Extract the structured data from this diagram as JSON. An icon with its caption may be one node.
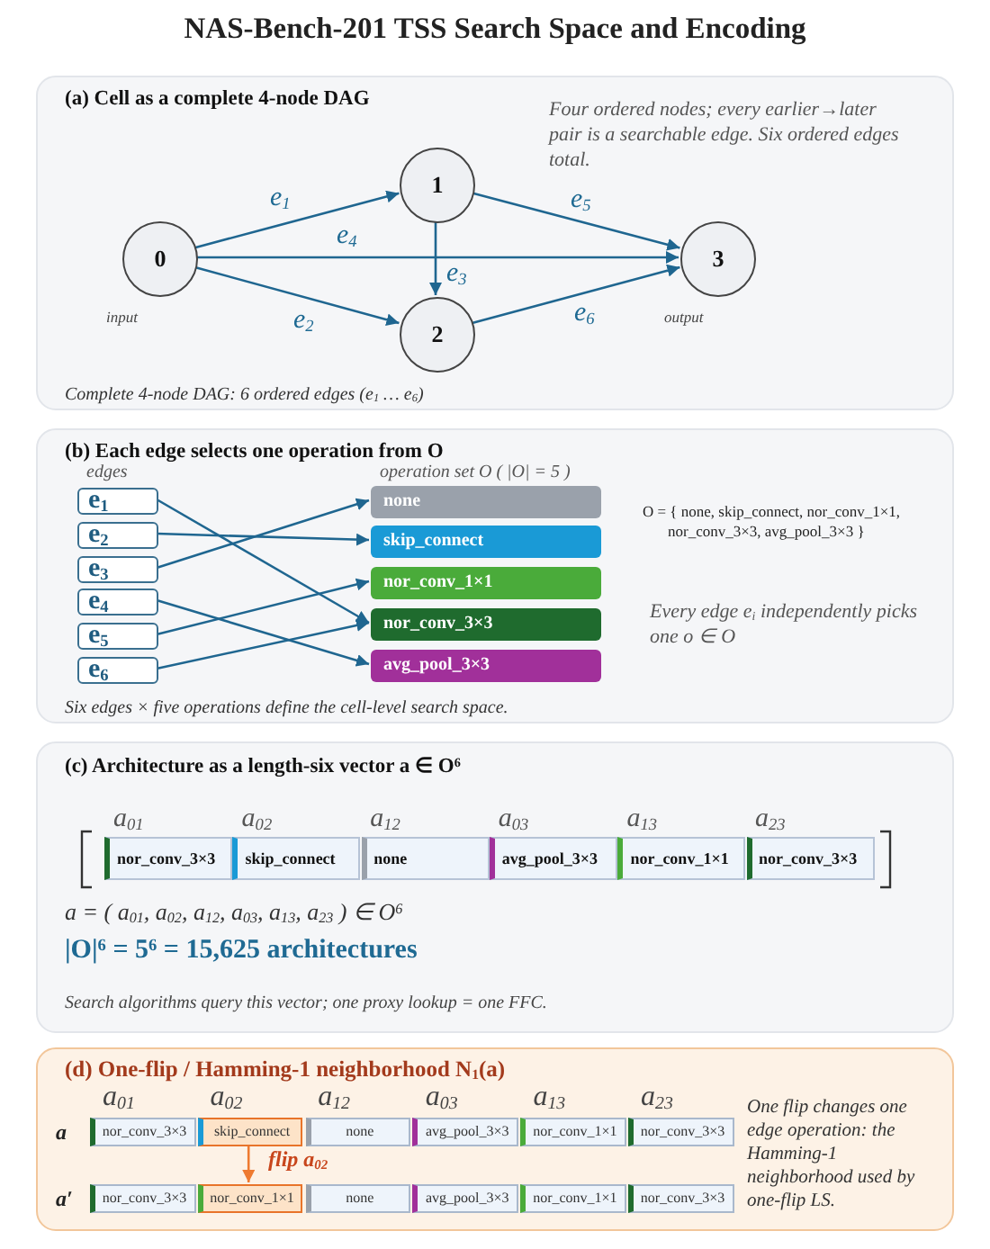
{
  "diagram": {
    "title": "NAS-Bench-201 TSS Search Space and Encoding",
    "nodes": [
      {
        "text": [
          "(a) Cell as a complete 4-node DAG",
          "Four ordered nodes; every earlier→later pair is a searchable edge. Six ordered edges total.",
          "Complete 4-node DAG: 6 ordered edges (e$_{1}$ … e$_{6}$)"
        ]
      },
      {
        "text": [
          "0"
        ],
        "in": 0,
        "beside": [
          "input"
        ]
      },
      {
        "text": [
          "1"
        ],
        "in": 0
      },
      {
        "text": [
          "2"
        ],
        "in": 0
      },
      {
        "text": [
          "3"
        ],
        "in": 0,
        "beside": [
          "output"
        ]
      },
      {
        "text": [
          "(b) Each edge selects one operation from O",
          "edges",
          "operation set O ( |O| = 5 )",
          "O = { none, skip_connect, nor_conv_1×1, nor_conv_3×3, avg_pool_3×3 }",
          "Every edge e$_{i}$ independently picks one o ∈ O",
          "Six edges × five operations define the cell-level search space."
        ]
      },
      {
        "text": [
          "e$_{1}$"
        ],
        "in": 5
      },
      {
        "text": [
          "e$_{2}$"
        ],
        "in": 5
      },
      {
        "text": [
          "e$_{3}$"
        ],
        "in": 5
      },
      {
        "text": [
          "e$_{4}$"
        ],
        "in": 5
      },
      {
        "text": [
          "e$_{5}$"
        ],
        "in": 5
      },
      {
        "text": [
          "e$_{6}$"
        ],
        "in": 5
      },
      {
        "text": [
          "none"
        ],
        "in": 5
      },
      {
        "text": [
          "skip_connect"
        ],
        "in": 5
      },
      {
        "text": [
          "nor_conv_1×1"
        ],
        "in": 5
      },
      {
        "text": [
          "nor_conv_3×3"
        ],
        "in": 5
      },
      {
        "text": [
          "avg_pool_3×3"
        ],
        "in": 5
      },
      {
        "text": [
          "(c) Architecture as a length-six vector a ∈ O$^{6}$",
          "a = ( a$_{01}$, a$_{02}$, a$_{12}$, a$_{03}$, a$_{13}$, a$_{23}$ ) ∈ O$^{6}$",
          "|O|$^{6}$ = 5$^{6}$ = 15,625 architectures",
          "Search algorithms query this vector; one proxy lookup = one FFC."
        ]
      },
      {
        "text": [
          "nor_conv_3×3"
        ],
        "in": 17,
        "beside": [
          "a$_{01}$"
        ]
      },
      {
        "text": [
          "skip_connect"
        ],
        "in": 17,
        "beside": [
          "a$_{02}$"
        ]
      },
      {
        "text": [
          "none"
        ],
        "in": 17,
        "beside": [
          "a$_{12}$"
        ]
      },
      {
        "text": [
          "avg_pool_3×3"
        ],
        "in": 17,
        "beside": [
          "a$_{03}$"
        ]
      },
      {
        "text": [
          "nor_conv_1×1"
        ],
        "in": 17,
        "beside": [
          "a$_{13}$"
        ]
      },
      {
        "text": [
          "nor_conv_3×3"
        ],
        "in": 17,
        "beside": [
          "a$_{23}$"
        ]
      },
      {
        "text": [
          "(d) One-flip / Hamming-1 neighborhood N$_{1}$(a)",
          "a",
          "a′",
          "One flip changes one edge operation: the Hamming-1 neighborhood used by one-flip LS."
        ]
      },
      {
        "text": [
          "nor_conv_3×3"
        ],
        "in": 24,
        "beside": [
          "a$_{01}$"
        ]
      },
      {
        "text": [
          "skip_connect"
        ],
        "in": 24,
        "beside": [
          "a$_{02}$"
        ]
      },
      {
        "text": [
          "none"
        ],
        "in": 24,
        "beside": [
          "a$_{12}$"
        ]
      },
      {
        "text": [
          "avg_pool_3×3"
        ],
        "in": 24,
        "beside": [
          "a$_{03}$"
        ]
      },
      {
        "text": [
          "nor_conv_1×1"
        ],
        "in": 24,
        "beside": [
          "a$_{13}$"
        ]
      },
      {
        "text": [
          "nor_conv_3×3"
        ],
        "in": 24,
        "beside": [
          "a$_{23}$"
        ]
      },
      {
        "text": [
          "nor_conv_3×3"
        ],
        "in": 24
      },
      {
        "text": [
          "nor_conv_1×1"
        ],
        "in": 24
      },
      {
        "text": [
          "none"
        ],
        "in": 24
      },
      {
        "text": [
          "avg_pool_3×3"
        ],
        "in": 24
      },
      {
        "text": [
          "nor_conv_1×1"
        ],
        "in": 24
      },
      {
        "text": [
          "nor_conv_3×3"
        ],
        "in": 24
      }
    ],
    "edges": [
      {
        "from": 1,
        "to": 2,
        "arrow": "to",
        "label": "e$_{1}$"
      },
      {
        "from": 1,
        "to": 3,
        "arrow": "to",
        "label": "e$_{2}$"
      },
      {
        "from": 2,
        "to": 3,
        "arrow": "to",
        "label": "e$_{3}$"
      },
      {
        "from": 1,
        "to": 4,
        "arrow": "to",
        "label": "e$_{4}$"
      },
      {
        "from": 2,
        "to": 4,
        "arrow": "to",
        "label": "e$_{5}$"
      },
      {
        "from": 3,
        "to": 4,
        "arrow": "to",
        "label": "e$_{6}$"
      },
      {
        "from": 6,
        "to": 15,
        "arrow": "to"
      },
      {
        "from": 7,
        "to": 13,
        "arrow": "to"
      },
      {
        "from": 8,
        "to": 12,
        "arrow": "to"
      },
      {
        "from": 9,
        "to": 16,
        "arrow": "to"
      },
      {
        "from": 10,
        "to": 14,
        "arrow": "to"
      },
      {
        "from": 11,
        "to": 15,
        "arrow": "to"
      },
      {
        "from": 26,
        "to": 32,
        "arrow": "to",
        "label": "flip a$_{02}$",
        "color": "#ee7a30"
      }
    ]
  }
}
